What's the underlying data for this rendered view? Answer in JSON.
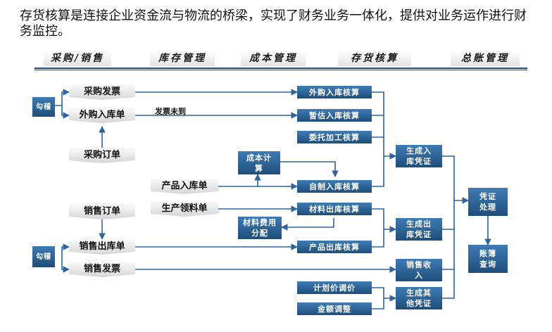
{
  "headline": "存货核算是连接企业资金流与物流的桥梁，实现了财务业务一体化，提供对业务运作进行财务监控。",
  "columns": [
    "采购/销售",
    "库存管理",
    "成本管理",
    "存货核算",
    "总账管理"
  ],
  "gray_nodes": {
    "purchase_invoice": "采购发票",
    "purchase_receipt": "外购入库单",
    "purchase_order": "采购订单",
    "product_receipt": "产品入库单",
    "material_requisition": "生产领料单",
    "sales_order": "销售订单",
    "sales_delivery": "销售出库单",
    "sales_invoice": "销售发票"
  },
  "blue_nodes": {
    "hook_top": "勾稽",
    "hook_bottom": "勾稽",
    "purchased_in": "外购入库核算",
    "provisional_in": "暂估入库核算",
    "consigned_processing": "委托加工核算",
    "cost_calc": "成本计算",
    "self_made_in": "自制入库核算",
    "material_out": "材料出库核算",
    "material_cost_alloc": "材料费用分配",
    "product_out": "产品出库核算",
    "planned_price_adj": "计划价调价",
    "amount_adj": "金额调整",
    "gen_in_voucher": "生成入库凭证",
    "gen_out_voucher": "生成出库凭证",
    "sales_revenue": "销售收入",
    "gen_other_voucher": "生成其他凭证",
    "voucher_processing": "凭证处理",
    "ledger_query": "账簿查询"
  },
  "flow_labels": {
    "invoice_not_arrived": "发票未到"
  },
  "colors": {
    "node_blue": "#2e649c",
    "line_blue": "#2e649c",
    "rule_blue": "#1f4e79"
  }
}
